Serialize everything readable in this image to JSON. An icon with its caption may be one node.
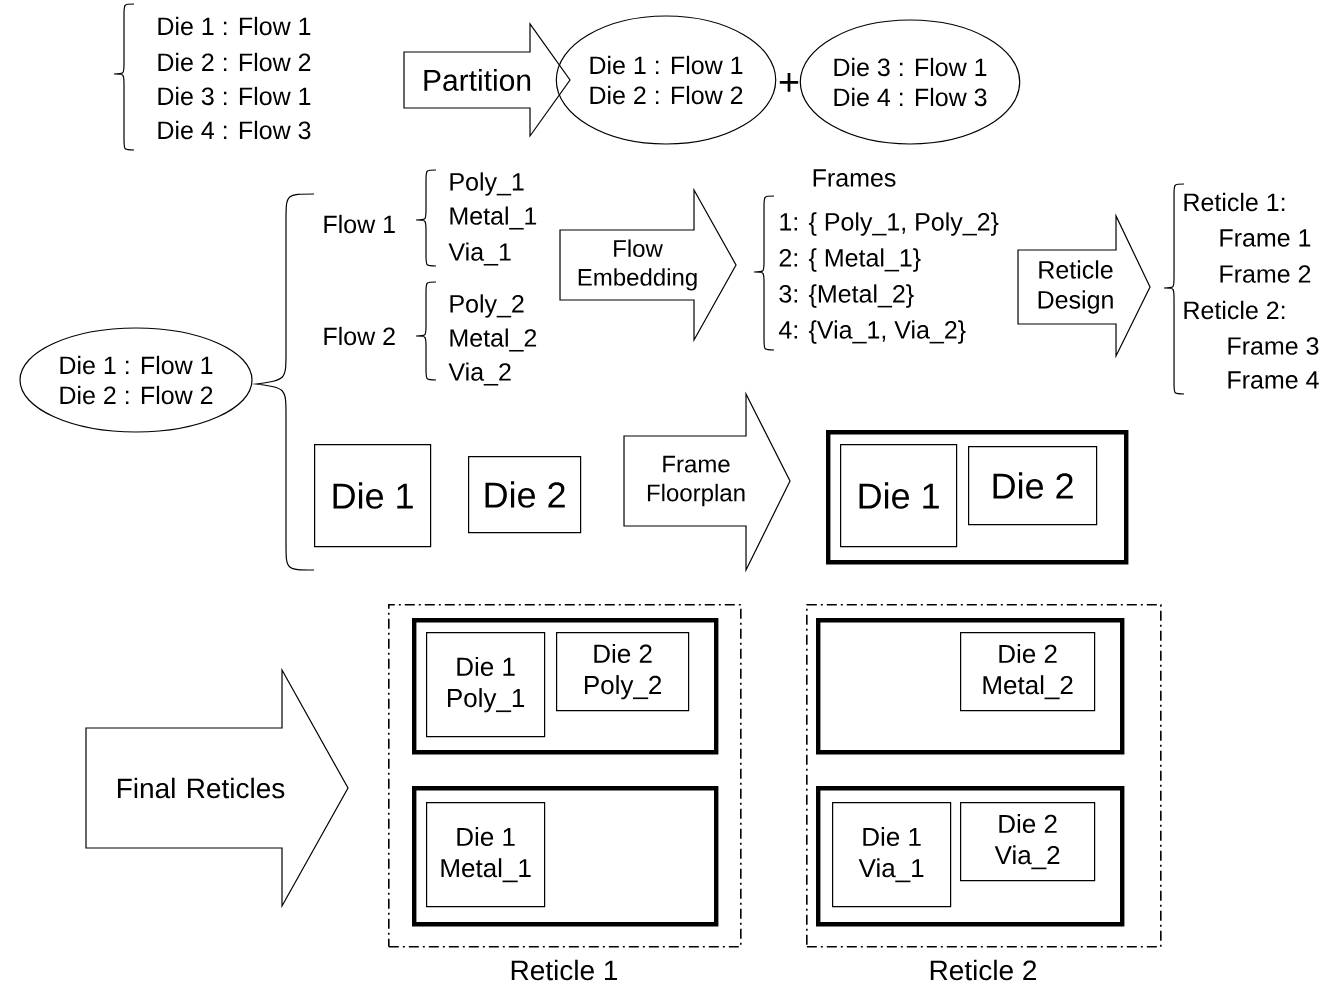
{
  "diagram": {
    "nodes": [
      {
        "text": [
          "Partition"
        ]
      },
      {
        "text": [
          "Die 1 : Flow 1",
          "Die 2 : Flow 2"
        ]
      },
      {
        "text": [
          "Die 3 : Flow 1",
          "Die 4 : Flow 3"
        ]
      },
      {
        "text": [
          "Die 1 : Flow 1",
          "Die 2 : Flow 2"
        ]
      },
      {
        "text": [
          "Flow Embedding"
        ]
      },
      {
        "text": [
          "Reticle Design"
        ]
      },
      {
        "text": [
          "Die 1"
        ]
      },
      {
        "text": [
          "Die 2"
        ]
      },
      {
        "text": [
          "Frame Floorplan"
        ]
      },
      {
        "text": [],
        "shape": "box"
      },
      {
        "text": [
          "Die 1"
        ],
        "in": 9
      },
      {
        "text": [
          "Die 2"
        ],
        "in": 9
      },
      {
        "text": [
          "Final Reticles"
        ]
      },
      {
        "text": [
          "Reticle 1"
        ]
      },
      {
        "text": [],
        "shape": "box",
        "in": 13
      },
      {
        "text": [
          "Die 1",
          "Poly_1"
        ],
        "in": 14
      },
      {
        "text": [
          "Die 2",
          "Poly_2"
        ],
        "in": 14
      },
      {
        "text": [],
        "shape": "box",
        "in": 13
      },
      {
        "text": [
          "Die 1",
          "Metal_1"
        ],
        "in": 17
      },
      {
        "text": [
          "Reticle 2"
        ]
      },
      {
        "text": [],
        "shape": "box",
        "in": 19
      },
      {
        "text": [
          "Die 2",
          "Metal_2"
        ],
        "in": 20
      },
      {
        "text": [],
        "shape": "box",
        "in": 19
      },
      {
        "text": [
          "Die 1",
          "Via_1"
        ],
        "in": 22
      },
      {
        "text": [
          "Die 2",
          "Via_2"
        ],
        "in": 22
      }
    ],
    "labels": [
      "Die 1 : Flow 1",
      "Die 2 : Flow 2",
      "Die 3 : Flow 1",
      "Die 4 : Flow 3",
      "+",
      "Flow 1",
      "Poly_1",
      "Metal_1",
      "Via_1",
      "Flow 2",
      "Poly_2",
      "Metal_2",
      "Via_2",
      "Frames",
      "1: { Poly_1, Poly_2}",
      "2: { Metal_1}",
      "3: {Metal_2}",
      "4: {Via_1, Via_2}",
      "Reticle 1:",
      "Frame 1",
      "Frame 2",
      "Reticle 2:",
      "Frame 3",
      "Frame 4"
    ]
  }
}
